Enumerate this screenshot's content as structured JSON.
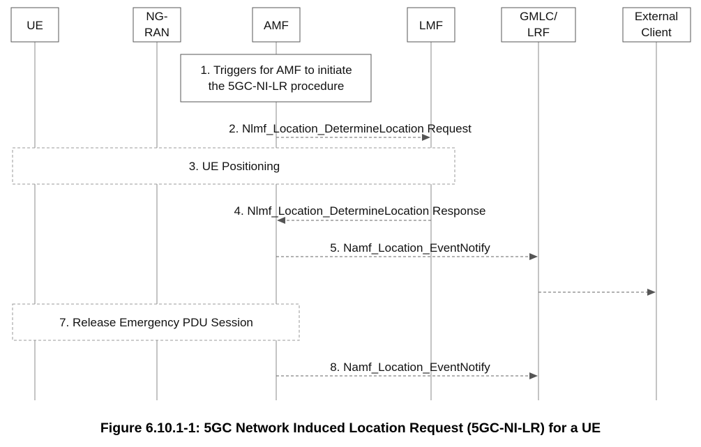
{
  "entities": [
    {
      "id": "ue",
      "lines": [
        "UE"
      ]
    },
    {
      "id": "ngran",
      "lines": [
        "NG-",
        "RAN"
      ]
    },
    {
      "id": "amf",
      "lines": [
        "AMF"
      ]
    },
    {
      "id": "lmf",
      "lines": [
        "LMF"
      ]
    },
    {
      "id": "gmlc",
      "lines": [
        "GMLC/",
        "LRF"
      ]
    },
    {
      "id": "client",
      "lines": [
        "External",
        "Client"
      ]
    }
  ],
  "notes": [
    {
      "id": "step1",
      "lines": [
        "1. Triggers for AMF to initiate",
        "the 5GC-NI-LR procedure"
      ]
    }
  ],
  "groups": [
    {
      "id": "step3",
      "label": "3. UE Positioning"
    },
    {
      "id": "step7",
      "label": "7. Release Emergency PDU Session"
    }
  ],
  "messages": [
    {
      "id": "step2",
      "from": "amf",
      "to": "lmf",
      "label": "2. Nlmf_Location_DetermineLocation Request"
    },
    {
      "id": "step4",
      "from": "lmf",
      "to": "amf",
      "label": "4. Nlmf_Location_DetermineLocation Response"
    },
    {
      "id": "step5",
      "from": "amf",
      "to": "gmlc",
      "label": "5. Namf_Location_EventNotify"
    },
    {
      "id": "step6",
      "from": "gmlc",
      "to": "client",
      "label": ""
    },
    {
      "id": "step8",
      "from": "amf",
      "to": "gmlc",
      "label": "8. Namf_Location_EventNotify"
    }
  ],
  "caption": "Figure 6.10.1-1: 5GC Network Induced Location Request (5GC-NI-LR) for a UE"
}
